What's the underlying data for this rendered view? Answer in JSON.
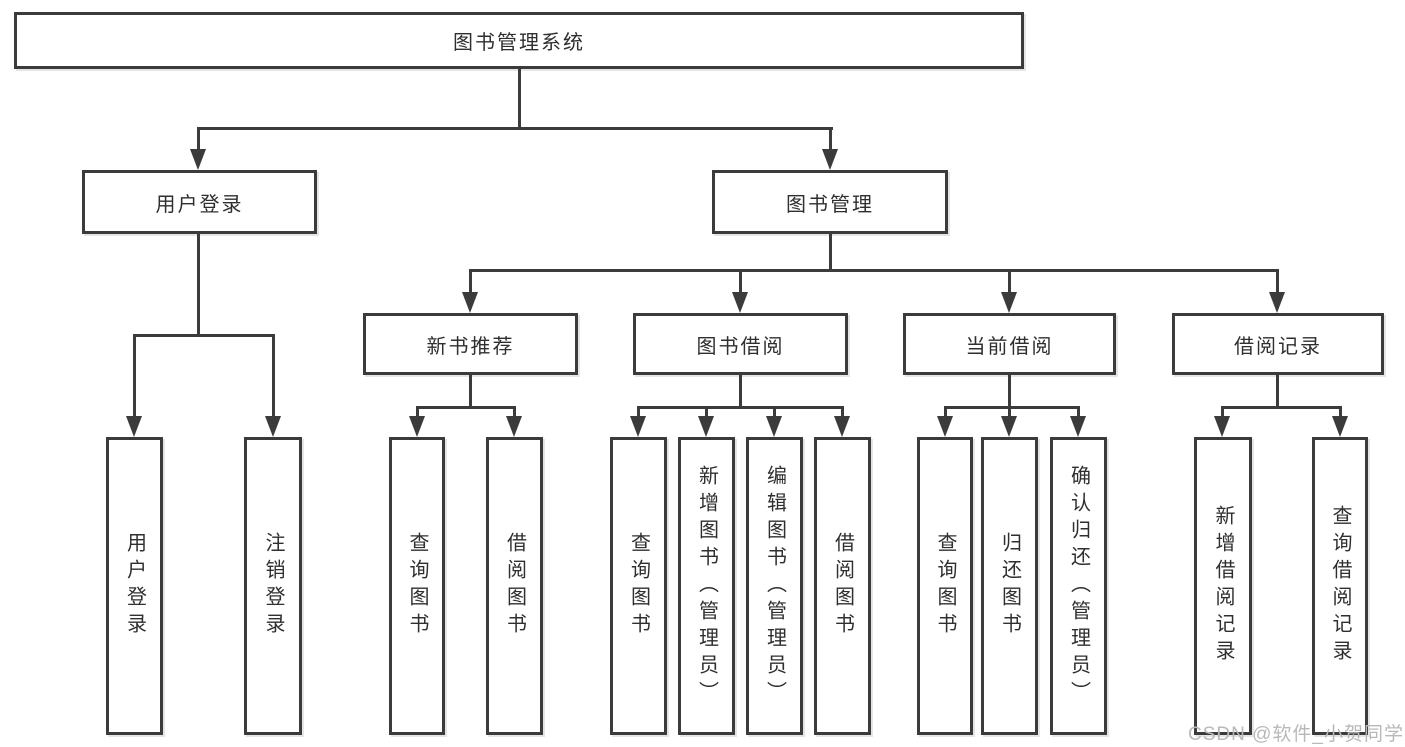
{
  "diagram": {
    "type": "hierarchy-tree",
    "root": {
      "label": "图书管理系统"
    },
    "level2": [
      {
        "label": "用户登录"
      },
      {
        "label": "图书管理"
      }
    ],
    "level3": [
      {
        "label": "新书推荐"
      },
      {
        "label": "图书借阅"
      },
      {
        "label": "当前借阅"
      },
      {
        "label": "借阅记录"
      }
    ],
    "leaves": [
      {
        "label": "用户登录",
        "parent": "用户登录"
      },
      {
        "label": "注销登录",
        "parent": "用户登录"
      },
      {
        "label": "查询图书",
        "parent": "新书推荐"
      },
      {
        "label": "借阅图书",
        "parent": "新书推荐"
      },
      {
        "label": "查询图书",
        "parent": "图书借阅"
      },
      {
        "label": "新增图书（管理员）",
        "parent": "图书借阅"
      },
      {
        "label": "编辑图书（管理员）",
        "parent": "图书借阅"
      },
      {
        "label": "借阅图书",
        "parent": "图书借阅"
      },
      {
        "label": "查询图书",
        "parent": "当前借阅"
      },
      {
        "label": "归还图书",
        "parent": "当前借阅"
      },
      {
        "label": "确认归还（管理员）",
        "parent": "当前借阅"
      },
      {
        "label": "新增借阅记录",
        "parent": "借阅记录"
      },
      {
        "label": "查询借阅记录",
        "parent": "借阅记录"
      }
    ],
    "colors": {
      "line": "#3b3b3b",
      "text": "#2f2f2f",
      "background": "#ffffff",
      "watermark": "#b9b9b9"
    }
  },
  "watermark": {
    "text": "CSDN @软件_小贺同学"
  }
}
